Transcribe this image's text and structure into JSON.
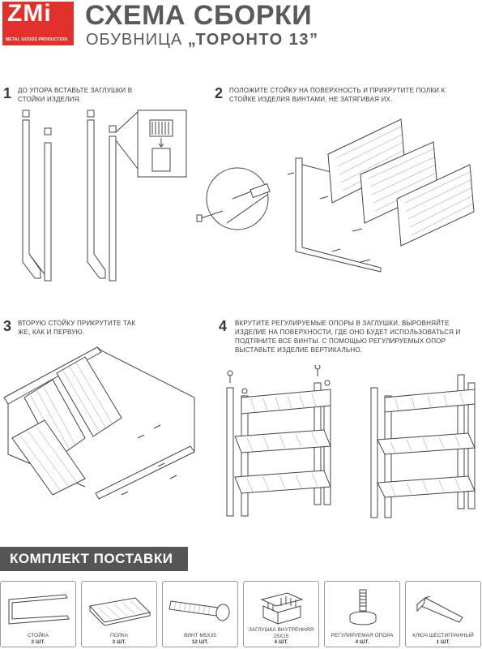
{
  "header": {
    "logo_text": "ZMi",
    "logo_subtext": "METAL GOODS PRODUCTION",
    "title": "СХЕМА СБОРКИ",
    "subtitle_product": "ОБУВНИЦА",
    "subtitle_model": "„ТОРОНТО 13”"
  },
  "colors": {
    "brand": "#e2302a",
    "banner": "#555555",
    "lines": "#444444"
  },
  "steps": [
    {
      "number": "1",
      "text": "ДО УПОРА ВСТАВЬТЕ ЗАГЛУШКИ В СТОЙКИ ИЗДЕЛИЯ."
    },
    {
      "number": "2",
      "text": "ПОЛОЖИТЕ СТОЙКУ НА ПОВЕРХНОСТЬ И ПРИКРУТИТЕ ПОЛКИ К СТОЙКЕ ИЗДЕЛИЯ ВИНТАМИ, НЕ ЗАТЯГИВАЯ ИХ."
    },
    {
      "number": "3",
      "text": "ВТОРУЮ СТОЙКУ ПРИКРУТИТЕ ТАК ЖЕ, КАК И ПЕРВУЮ."
    },
    {
      "number": "4",
      "text": "ВКРУТИТЕ РЕГУЛИРУЕМЫЕ ОПОРЫ В ЗАГЛУШКИ. ВЫРОВНЯЙТЕ ИЗДЕЛИЕ НА ПОВЕРХНОСТИ, ГДЕ ОНО БУДЕТ ИСПОЛЬЗОВАТЬСЯ И ПОДТЯНИТЕ ВСЕ ВИНТЫ. С ПОМОЩЬЮ РЕГУЛИРУЕМЫХ ОПОР ВЫСТАВЬТЕ ИЗДЕЛИЕ ВЕРТИКАЛЬНО."
    }
  ],
  "kit": {
    "heading": "КОМПЛЕКТ ПОСТАВКИ",
    "items": [
      {
        "name": "СТОЙКА",
        "qty": "2 шт."
      },
      {
        "name": "ПОЛКА",
        "qty": "3 шт."
      },
      {
        "name": "ВИНТ M5x35",
        "qty": "12 шт."
      },
      {
        "name": "ЗАГЛУШКА ВНУТРЕННЯЯ 25x15",
        "qty": "4 шт."
      },
      {
        "name": "РЕГУЛИРУЕМАЯ ОПОРА",
        "qty": "4 шт."
      },
      {
        "name": "КЛЮЧ ШЕСТИГРАННЫЙ",
        "qty": "1 шт."
      }
    ]
  }
}
